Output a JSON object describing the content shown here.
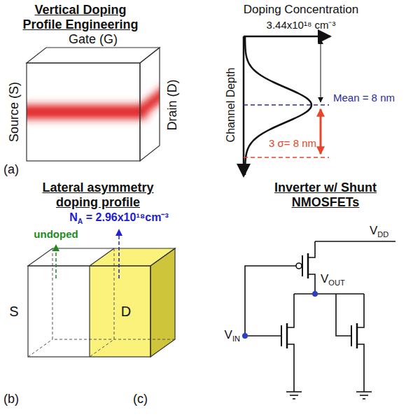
{
  "diagram": {
    "labels": [
      "Vertical Doping Profile Engineering",
      "Gate (G)",
      "Source (S)",
      "Drain (D)",
      "Doping Concentration",
      "3.44x10¹⁸ cm⁻³",
      "Channel Depth",
      "Mean = 8 nm",
      "3 σ= 8 nm",
      "(a)",
      "Lateral asymmetry doping profile",
      "NA = 2.96x10¹⁸cm⁻³",
      "undoped",
      "S",
      "D",
      "(b)",
      "Inverter w/ Shunt NMOSFETs",
      "VDD",
      "VOUT",
      "VIN",
      "(c)"
    ]
  }
}
